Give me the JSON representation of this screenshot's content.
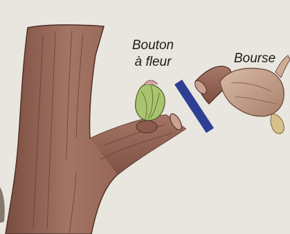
{
  "labels": {
    "bouton_line1": "Bouton",
    "bouton_line2": "à fleur",
    "bourse": "Bourse"
  },
  "colors": {
    "background": "#e9e6df",
    "bark": "#9a6a5a",
    "bark_dark": "#6f4538",
    "cut_marker": "#2f3f93",
    "bud": "#a9c46e",
    "bourse": "#c8a58e"
  },
  "icons": {
    "branch": "tree-branch-illustration",
    "bud": "flower-bud-illustration",
    "cut": "pruning-cut-marker",
    "bourse": "fruit-bourse-illustration"
  }
}
